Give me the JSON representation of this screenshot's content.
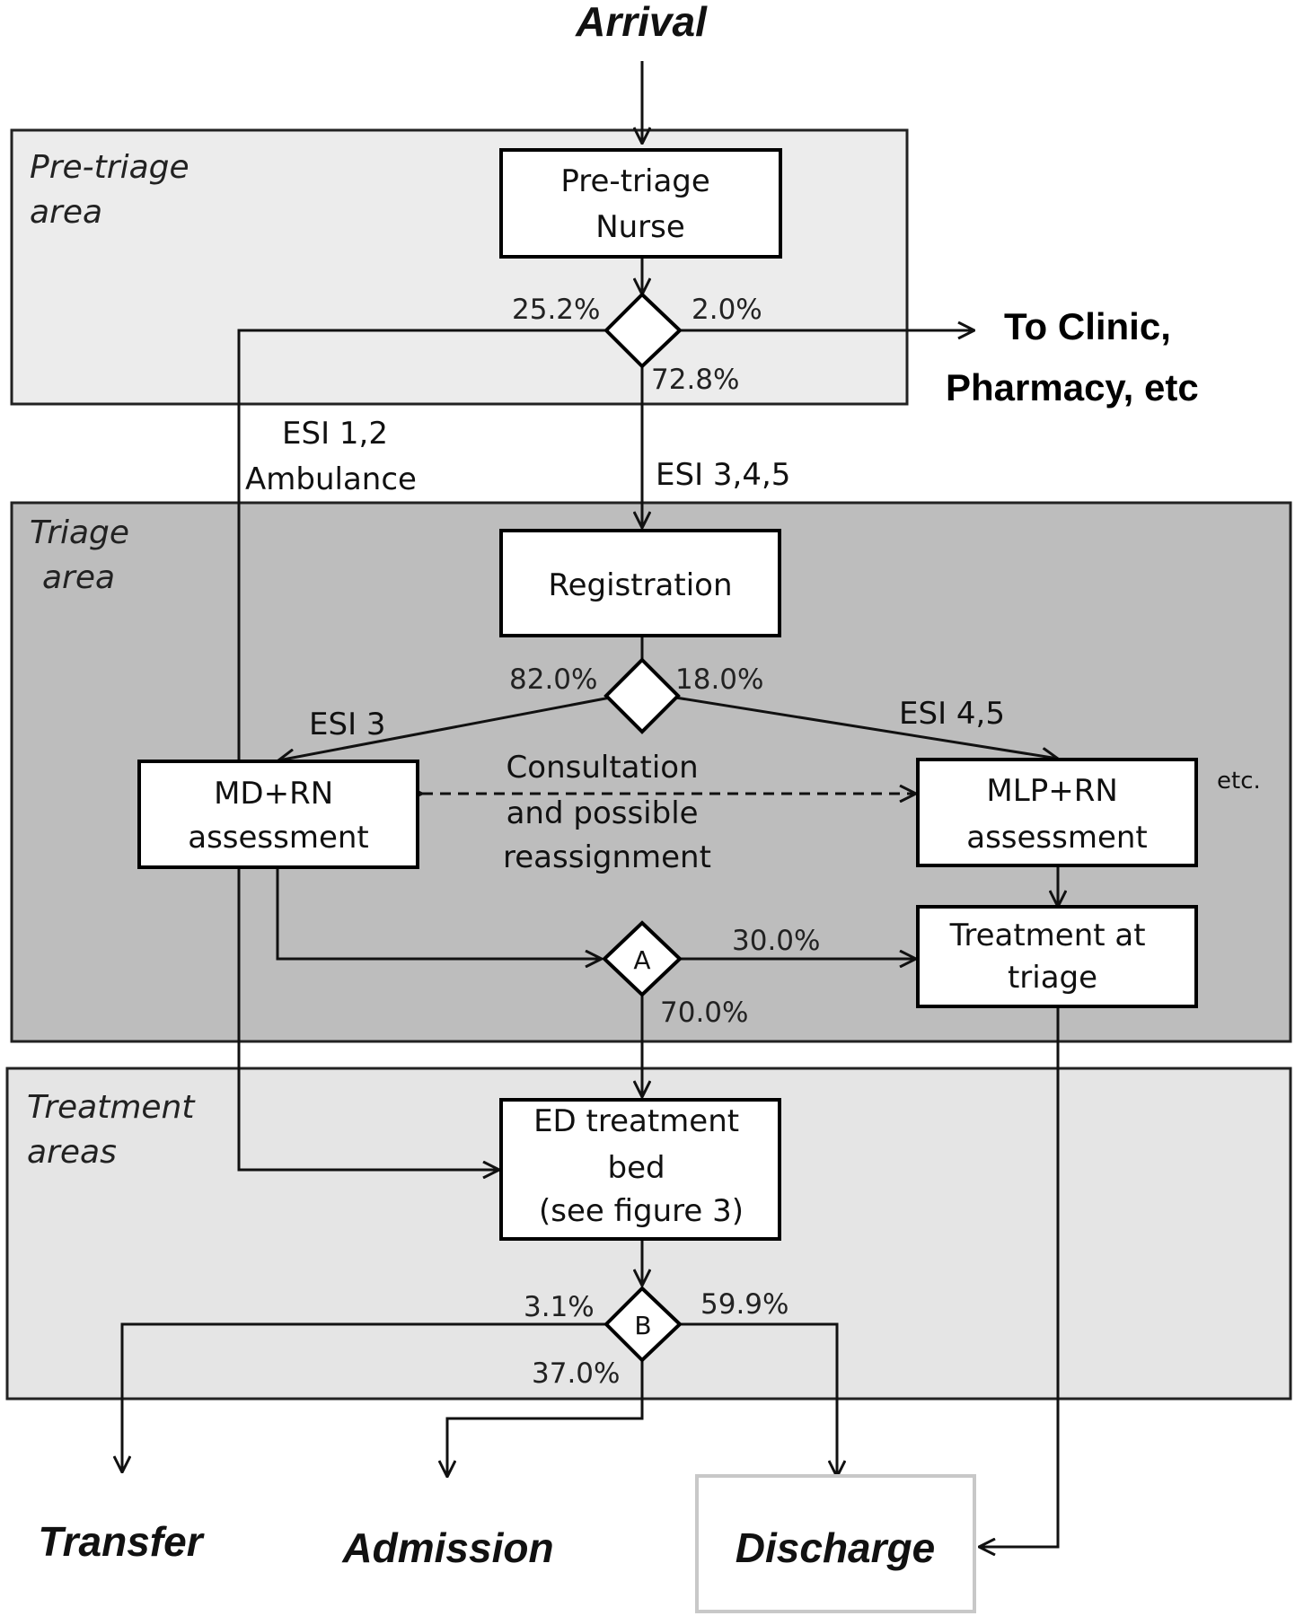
{
  "areas": {
    "pretriage": [
      "Pre-triage",
      "area"
    ],
    "triage": [
      "Triage",
      "area"
    ],
    "treatment": [
      "Treatment",
      "areas"
    ]
  },
  "nodes": {
    "arrival": "Arrival",
    "pretriage_nurse": [
      "Pre-triage",
      "Nurse"
    ],
    "registration": "Registration",
    "md_rn": [
      "MD+RN",
      "assessment"
    ],
    "mlp_rn": [
      "MLP+RN",
      "assessment"
    ],
    "treatment_triage": [
      "Treatment at",
      "triage"
    ],
    "ed_bed": [
      "ED treatment",
      "bed",
      "(see figure 3)"
    ],
    "to_clinic": [
      "To Clinic,",
      "Pharmacy, etc"
    ],
    "transfer": "Transfer",
    "admission": "Admission",
    "discharge": "Discharge"
  },
  "decisions": {
    "a": "A",
    "b": "B"
  },
  "labels": {
    "esi12": [
      "ESI 1,2",
      "Ambulance"
    ],
    "esi345": "ESI 3,4,5",
    "esi3": "ESI 3",
    "esi45": "ESI 4,5",
    "consult": [
      "Consultation",
      "and possible",
      "reassignment"
    ],
    "etc": "etc."
  },
  "percentages": {
    "p1_left": "25.2%",
    "p1_right": "2.0%",
    "p1_down": "72.8%",
    "p2_left": "82.0%",
    "p2_right": "18.0%",
    "pa_right": "30.0%",
    "pa_down": "70.0%",
    "pb_left": "3.1%",
    "pb_right": "59.9%",
    "pb_down": "37.0%"
  }
}
